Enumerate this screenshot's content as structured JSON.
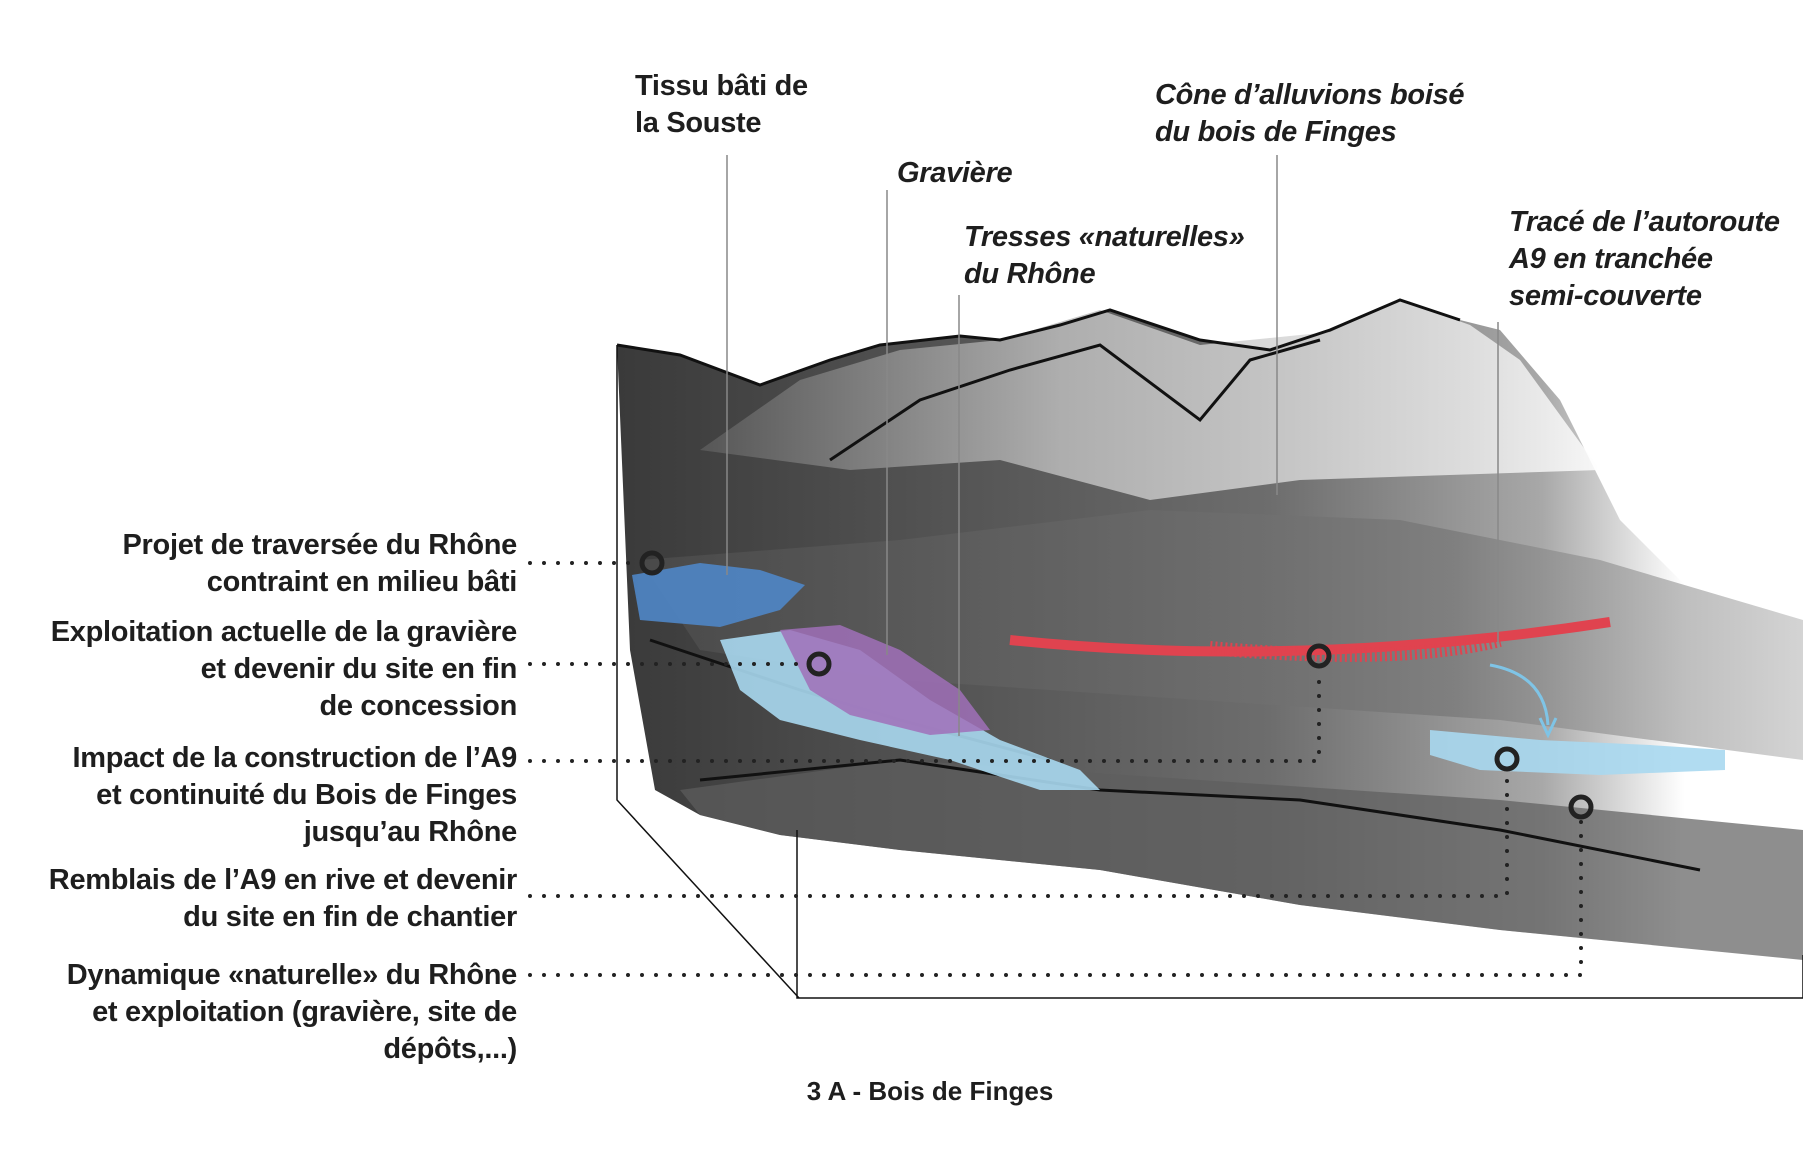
{
  "top_labels": {
    "tissu": [
      "Tissu bâti de",
      "la Souste"
    ],
    "graviere": [
      "Gravière"
    ],
    "tresses": [
      "Tresses «naturelles»",
      "du Rhône"
    ],
    "cone": [
      "Cône d’alluvions boisé",
      "du bois de Finges"
    ],
    "trace": [
      "Tracé de l’autoroute",
      "A9 en tranchée",
      "semi-couverte"
    ]
  },
  "left_labels": [
    [
      "Projet de traversée du Rhône",
      "contraint en milieu bâti"
    ],
    [
      "Exploitation actuelle de la gravière",
      "et devenir du site en fin",
      "de concession"
    ],
    [
      "Impact de la construction de l’A9",
      "et continuité du Bois de Finges",
      "jusqu’au Rhône"
    ],
    [
      "Remblais de l’A9 en rive et devenir",
      "du site en fin de chantier"
    ],
    [
      "Dynamique «naturelle» du  Rhône",
      "et exploitation (gravière, site de",
      "dépôts,...)"
    ]
  ],
  "caption": "3 A - Bois de Finges",
  "colors": {
    "river_blue": "#4f86c6",
    "light_blue": "#a9d8ef",
    "purple": "#a070b8",
    "highway_red": "#e0434f"
  }
}
